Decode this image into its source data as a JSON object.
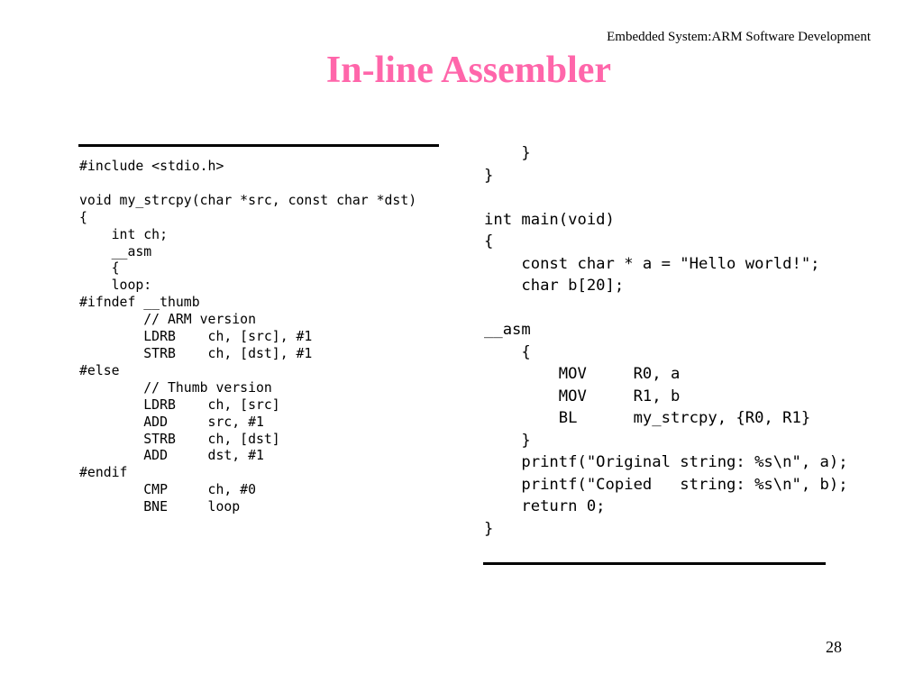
{
  "slide": {
    "header": "Embedded System:ARM Software Development",
    "title": "In-line Assembler",
    "title_color": "#ff66aa",
    "page_number": "28"
  },
  "code_left": [
    "#include <stdio.h>",
    "",
    "void my_strcpy(char *src, const char *dst)",
    "{",
    "    int ch;",
    "    __asm",
    "    {",
    "    loop:",
    "#ifndef __thumb",
    "        // ARM version",
    "        LDRB    ch, [src], #1",
    "        STRB    ch, [dst], #1",
    "#else",
    "        // Thumb version",
    "        LDRB    ch, [src]",
    "        ADD     src, #1",
    "        STRB    ch, [dst]",
    "        ADD     dst, #1",
    "#endif",
    "        CMP     ch, #0",
    "        BNE     loop"
  ],
  "code_right": [
    "    }",
    "}",
    "",
    "int main(void)",
    "{",
    "    const char * a = \"Hello world!\";",
    "    char b[20];",
    "",
    "__asm",
    "    {",
    "        MOV     R0, a",
    "        MOV     R1, b",
    "        BL      my_strcpy, {R0, R1}",
    "    }",
    "    printf(\"Original string: %s\\n\", a);",
    "    printf(\"Copied   string: %s\\n\", b);",
    "    return 0;",
    "}"
  ]
}
